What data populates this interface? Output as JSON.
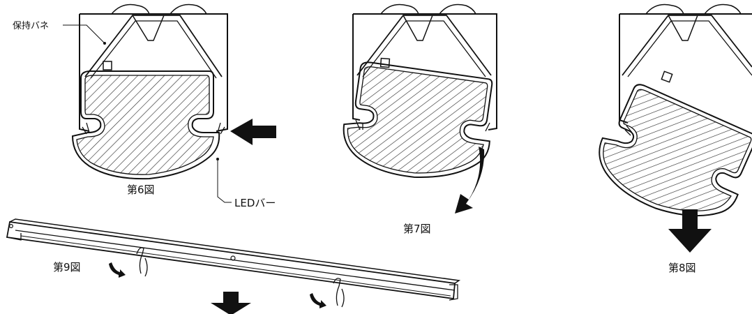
{
  "labels": {
    "spring": "保持バネ",
    "led_bar": "LEDバー",
    "fig6": "第6図",
    "fig7": "第7図",
    "fig8": "第8図",
    "fig9": "第9図"
  },
  "colors": {
    "ink": "#111111",
    "hatch": "#333333",
    "background": "#ffffff"
  }
}
